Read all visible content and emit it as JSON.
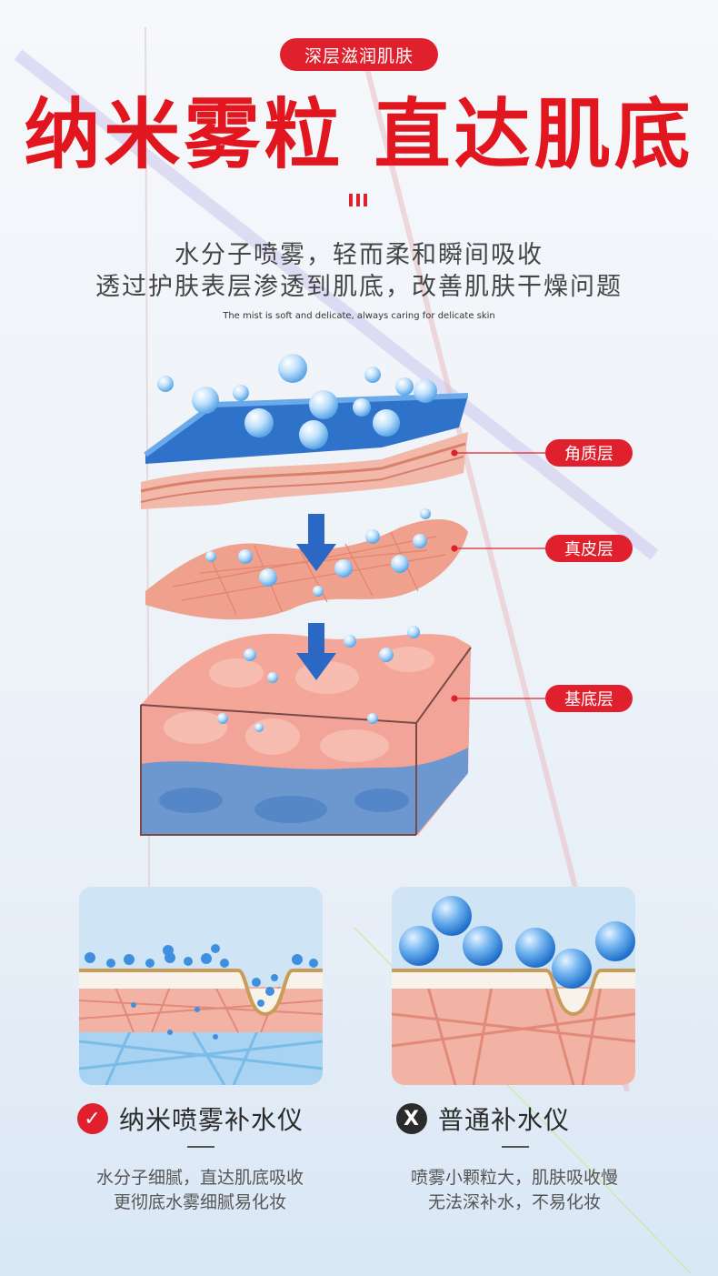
{
  "badge": "深层滋润肌肤",
  "headline": "纳米雾粒 直达肌底",
  "sub_line1": "水分子喷雾，轻而柔和瞬间吸收",
  "sub_line2": "透过护肤表层渗透到肌底，改善肌肤干燥问题",
  "tagline": "The mist is soft and delicate, always caring for delicate skin",
  "layers": [
    {
      "label": "角质层"
    },
    {
      "label": "真皮层"
    },
    {
      "label": "基底层"
    }
  ],
  "compare": {
    "left": {
      "title": "纳米喷雾补水仪",
      "icon": "check-icon",
      "desc1": "水分子细腻，直达肌底吸收",
      "desc2": "更彻底水雾细腻易化妆"
    },
    "right": {
      "title": "普通补水仪",
      "icon": "x-icon",
      "icon_glyph": "X",
      "desc1": "喷雾小颗粒大，肌肤吸收慢",
      "desc2": "无法深补水，不易化妆"
    }
  },
  "colors": {
    "accent": "#e0202c",
    "skin": "#f2a493",
    "water": "#3f86d6"
  }
}
